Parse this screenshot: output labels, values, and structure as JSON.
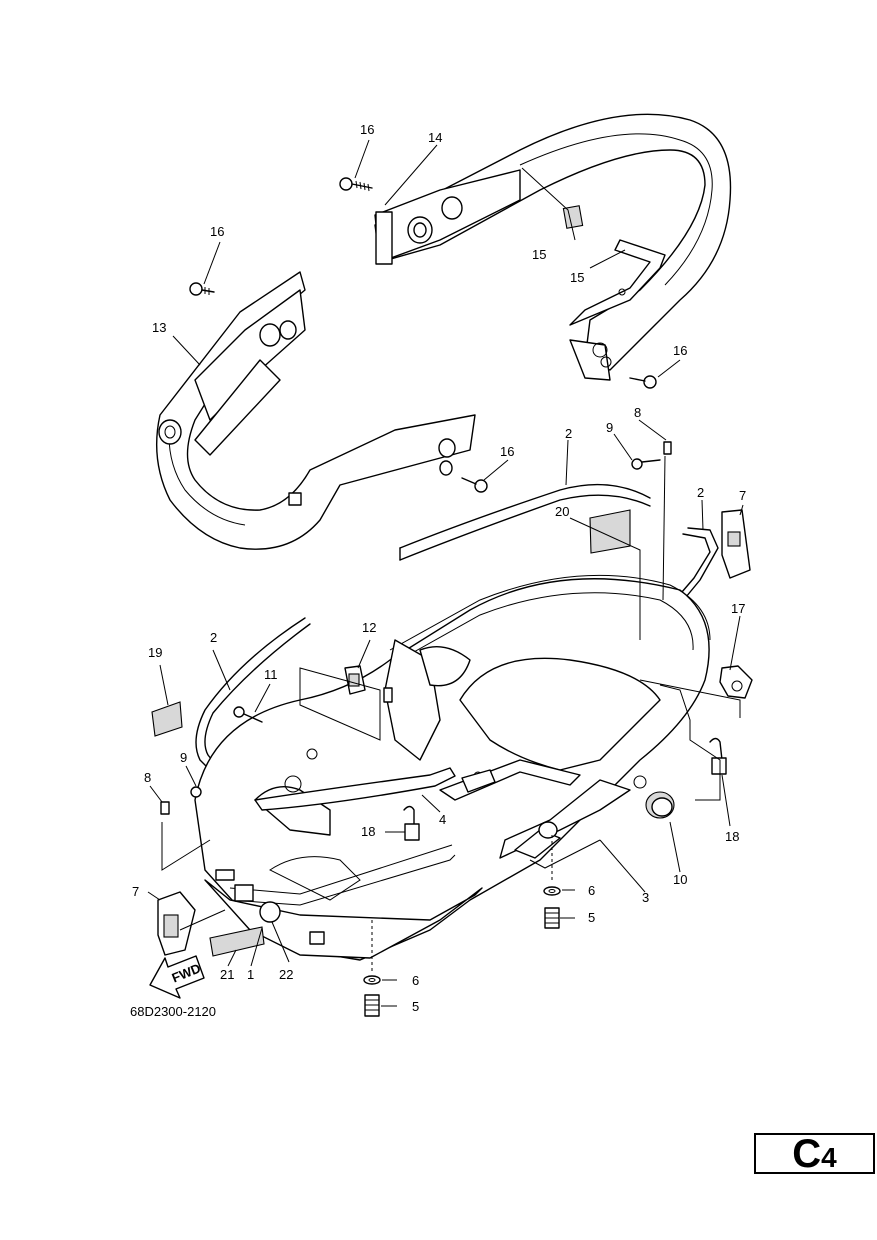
{
  "diagram": {
    "part_code": "68D2300-2120",
    "fwd_label": "FWD",
    "callouts": {
      "c16a": "16",
      "c14": "14",
      "c16b": "16",
      "c13": "13",
      "c15a": "15",
      "c15b": "15",
      "c16c": "16",
      "c16d": "16",
      "c2a": "2",
      "c8a": "8",
      "c9a": "9",
      "c20": "20",
      "c2b": "2",
      "c7a": "7",
      "c17": "17",
      "c12": "12",
      "c2c": "2",
      "c19": "19",
      "c11": "11",
      "c9b": "9",
      "c8b": "8",
      "c4": "4",
      "c18a": "18",
      "c18b": "18",
      "c3": "3",
      "c10": "10",
      "c6a": "6",
      "c5a": "5",
      "c7b": "7",
      "c21": "21",
      "c1": "1",
      "c22": "22",
      "c6b": "6",
      "c5b": "5"
    }
  },
  "page_badge": {
    "letter": "C",
    "number": "4"
  }
}
